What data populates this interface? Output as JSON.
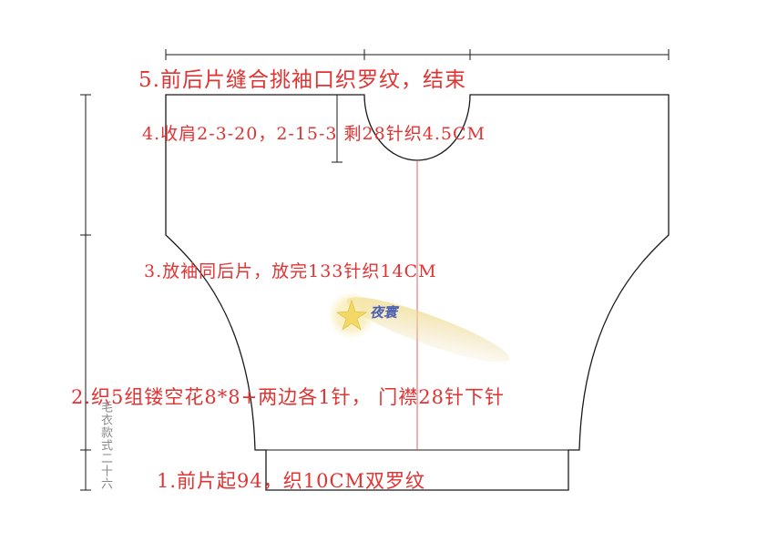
{
  "notes": {
    "step5": "5.前后片缝合挑袖口织罗纹，结束",
    "step4": "4.收肩2-3-20，2-15-3 剩28针织4.5CM",
    "step3": "3.放袖同后片，放完133针织14CM",
    "step2": "2.织5组镂空花8*8+两边各1针， 门襟28针下针",
    "step1": "1.前片起94，织10CM双罗纹"
  },
  "watermark": {
    "text": "夜寰"
  },
  "side_label": "毛衣款式二十六",
  "colors": {
    "annotation": "#e23232",
    "outline": "#1a1a1a",
    "center_line": "#e06060",
    "watermark_text": "#4a5fb0",
    "watermark_glow": "#f3e6a0"
  }
}
